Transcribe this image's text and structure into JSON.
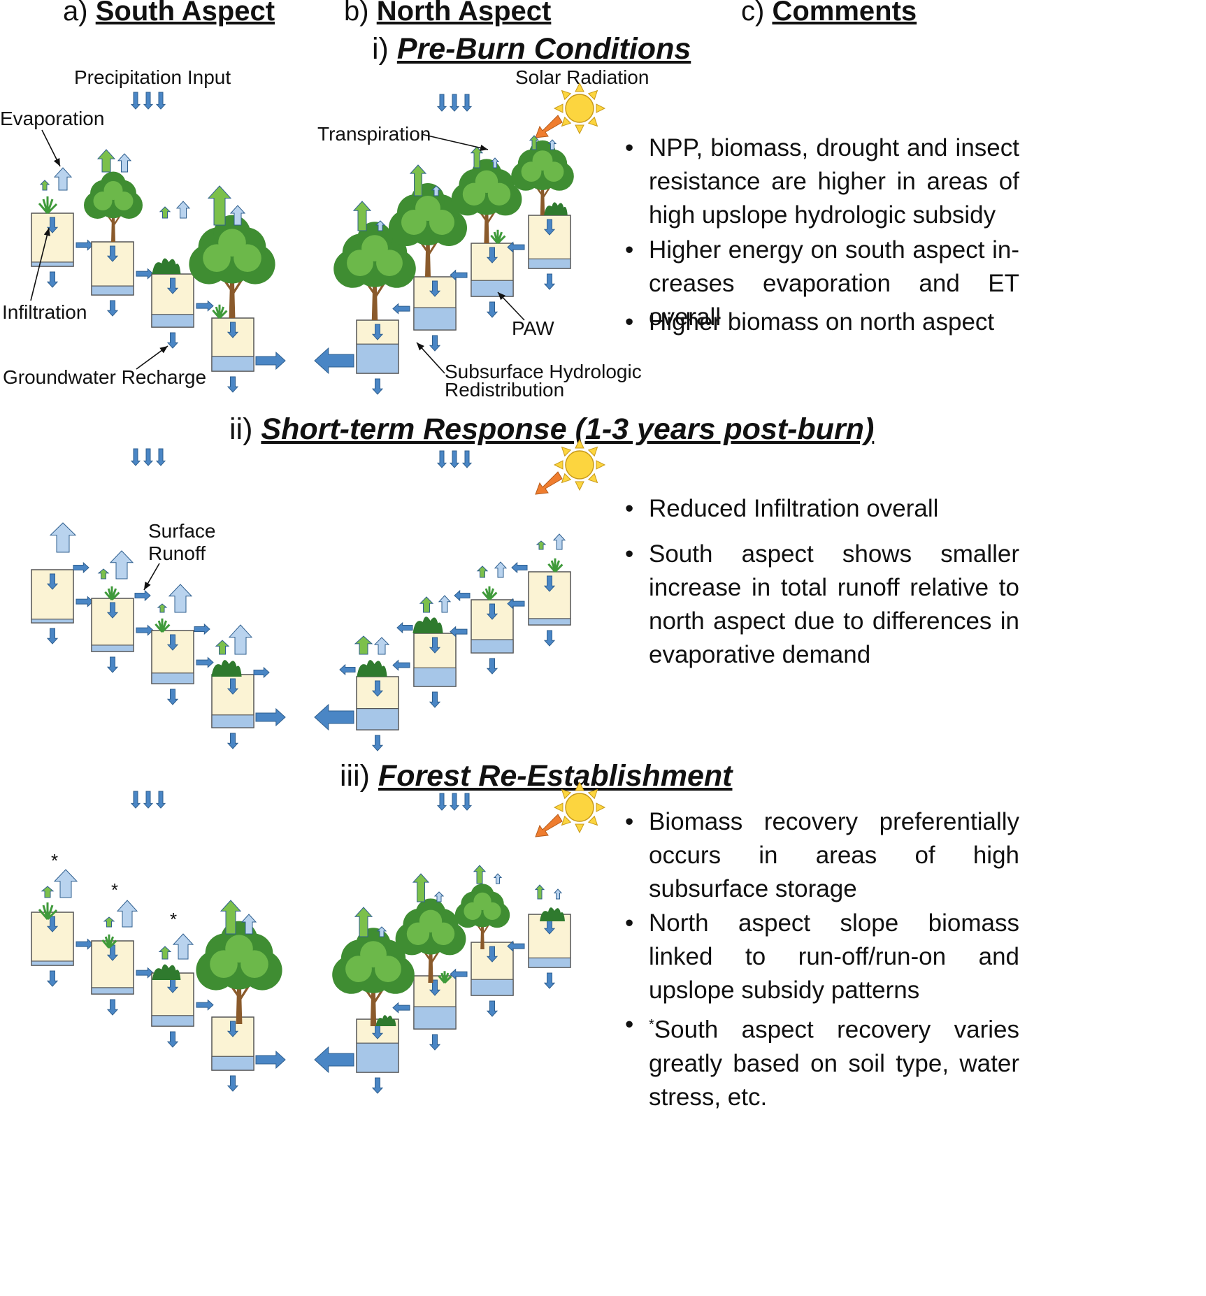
{
  "columns": {
    "south": {
      "prefix": "a)",
      "title": "South Aspect"
    },
    "north": {
      "prefix": "b)",
      "title": "North Aspect"
    },
    "comments": {
      "prefix": "c)",
      "title": "Comments"
    }
  },
  "sections": [
    {
      "prefix": "i)",
      "title": "Pre-Burn Conditions"
    },
    {
      "prefix": "ii)",
      "title": "Short-term Response (1-3 years post-burn)"
    },
    {
      "prefix": "iii)",
      "title": "Forest Re-Establishment"
    }
  ],
  "labels": {
    "precipitation_input": "Precipitation Input",
    "solar_radiation": "Solar Radiation",
    "evaporation": "Evaporation",
    "transpiration": "Transpiration",
    "infiltration": "Infiltration",
    "groundwater_recharge": "Groundwater Recharge",
    "paw": "PAW",
    "subsurface_line1": "Subsurface Hydrologic",
    "subsurface_line2": "Redistribution",
    "surface": "Surface",
    "runoff": "Runoff",
    "asterisk": "*"
  },
  "comments": {
    "pre_burn": [
      "NPP, biomass, drought and insect resistance are higher in areas of high upslope hydrologic subsidy",
      "Higher energy on south aspect in-creases evaporation and ET overall",
      "Higher biomass on north aspect"
    ],
    "short_term": [
      "Reduced Infiltration overall",
      "South aspect shows smaller increase in total runoff relative to north aspect due to differences in evaporative demand"
    ],
    "re_establishment": [
      "Biomass recovery preferentially occurs in areas of high subsurface storage",
      "North aspect slope biomass linked to run-off/run-on and upslope subsidy patterns",
      "South aspect recovery varies greatly based on soil type, water stress, etc."
    ],
    "footnote_mark": "*"
  },
  "colors": {
    "soil": "#fbf3d4",
    "water": "#a6c6e8",
    "flow_arrow": "#4a86c5",
    "evaporation_arrow": "#b9d3ee",
    "transpiration_arrow": "#7cc04b",
    "sun": "#fcd53f",
    "radiation_arrow": "#ef7d2f",
    "tree_foliage": "#4a9b3a",
    "trunk": "#8a5a2b"
  }
}
